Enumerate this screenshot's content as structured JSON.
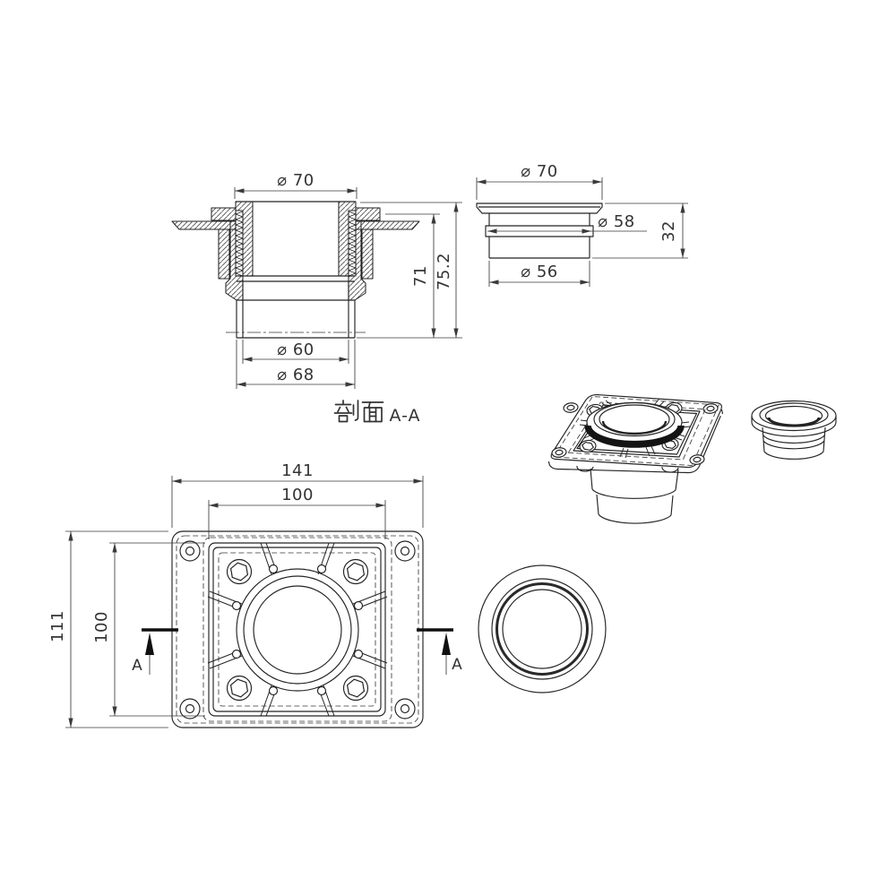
{
  "style": {
    "line_color": "#232323",
    "dim_color": "#3a3a3a",
    "background": "#ffffff"
  },
  "views": {
    "section": {
      "title": "剖面 A-A",
      "title_latin": "A-A",
      "dim_outer_top": "⌀ 70",
      "dim_height_inner": "71",
      "dim_height_total": "75.2",
      "dim_pipe_inner": "⌀ 60",
      "dim_pipe_outer": "⌀ 68"
    },
    "side": {
      "dim_flange": "⌀ 70",
      "dim_ring": "⌀ 58",
      "dim_height": "32",
      "dim_body": "⌀ 56"
    },
    "plan": {
      "dim_plate_width": "141",
      "dim_inner_width": "100",
      "dim_plate_height": "111",
      "dim_inner_height": "100",
      "cut_label": "A"
    }
  }
}
